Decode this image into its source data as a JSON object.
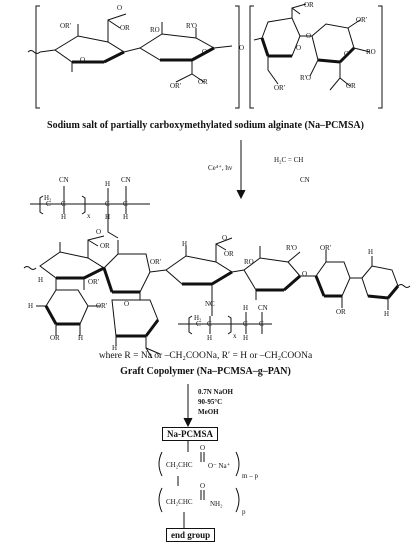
{
  "top": {
    "title": "Sodium salt of partially carboxymethylated sodium alginate (Na–PCMSA)",
    "subs": [
      "O",
      "OR",
      "OR'",
      "O",
      "RO",
      "R'O",
      "O",
      "OR",
      "OR'",
      "O",
      "OR",
      "OR'",
      "O",
      "O",
      "OR",
      "OR'",
      "R'O",
      "RO",
      "O"
    ]
  },
  "reagent": {
    "catalyst": "Ce⁴⁺, hv",
    "monomer_top": "H₂C = CH",
    "monomer_bottom": "CN"
  },
  "graft": {
    "pan_top": [
      "CN",
      "CN",
      "H",
      "H",
      "H₂",
      "C",
      "C",
      "C",
      "C",
      "x",
      "H",
      "H"
    ],
    "subs": [
      "O",
      "OR",
      "OR'",
      "H",
      "H",
      "OR'",
      "O",
      "OR",
      "H",
      "H",
      "OR'",
      "O",
      "OR",
      "H",
      "R'O",
      "RO",
      "O",
      "OR",
      "OR'",
      "H",
      "H"
    ],
    "pan_bottom": [
      "NC",
      "H",
      "H",
      "H₂",
      "C",
      "C",
      "C",
      "C",
      "x",
      "H",
      "CN"
    ],
    "where": "where R = Na or –CH₂COONa, R′ = H or –CH₂COONa",
    "title": "Graft Copolymer (Na–PCMSA–g–PAN)"
  },
  "conditions": [
    "0.7N NaOH",
    "90-95°C",
    "MeOH"
  ],
  "product": {
    "box_top": "Na-PCMSA",
    "unit1_left": "CH₂CHC",
    "unit1_o": "O",
    "unit1_right": "O⁻ Na⁺",
    "unit1_sub": "m – p",
    "unit2_left": "CH₂CHC",
    "unit2_o": "O",
    "unit2_right": "NH₂",
    "unit2_sub": "p",
    "box_bottom": "end group"
  }
}
